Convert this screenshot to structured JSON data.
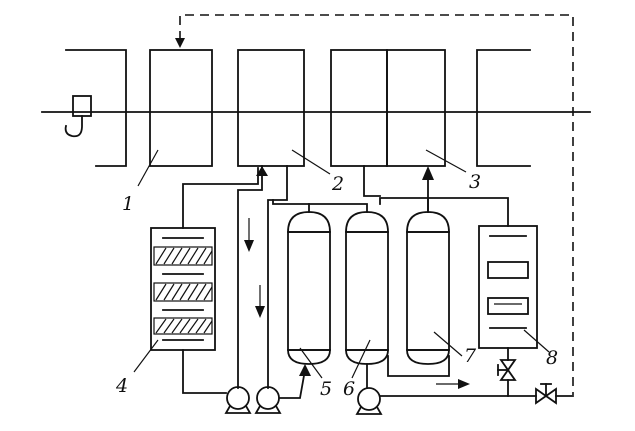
{
  "labels": {
    "l1": "1",
    "l2": "2",
    "l3": "3",
    "l4": "4",
    "l5": "5",
    "l6": "6",
    "l7": "7",
    "l8": "8"
  },
  "icons": [
    "hook-icon",
    "pump-icon",
    "valve-icon",
    "flow-arrow-icon"
  ]
}
